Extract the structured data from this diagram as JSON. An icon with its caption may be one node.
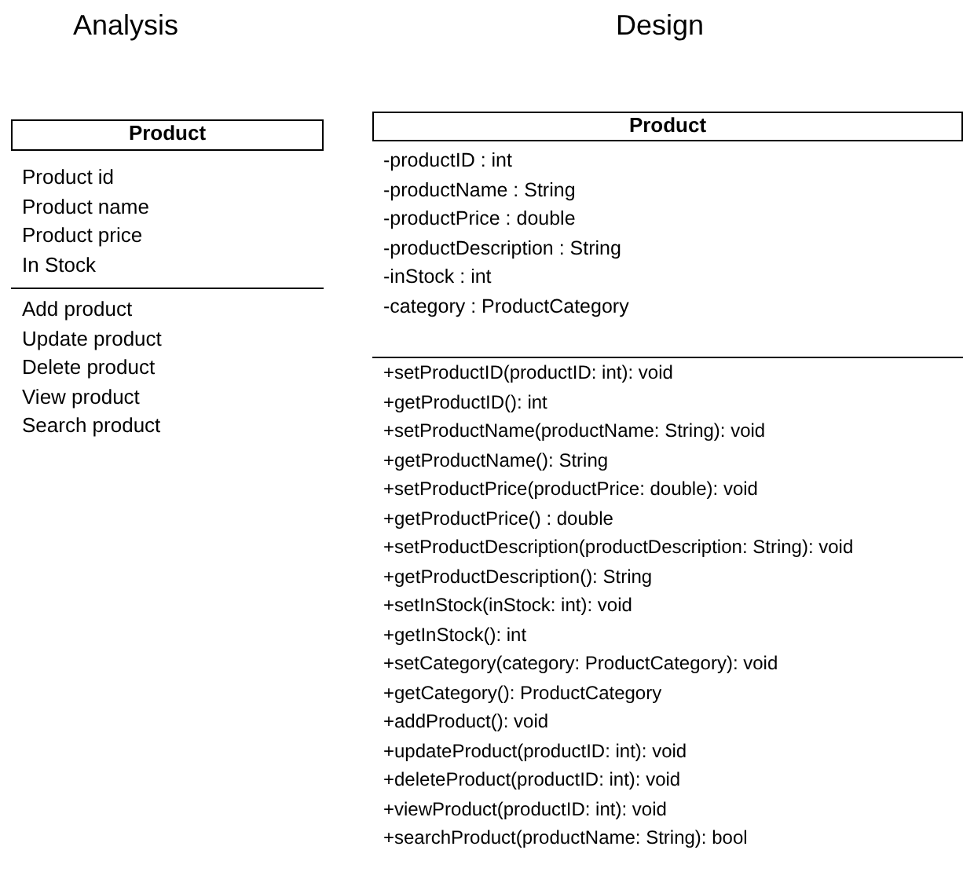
{
  "diagram": {
    "nodes": [
      {
        "text": [
          "Product"
        ]
      },
      {
        "text": [
          "Product id",
          "Product name",
          "Product price",
          "In Stock"
        ],
        "in": 0
      },
      {
        "text": [
          "Add product",
          "Update product",
          "Delete product",
          "View product",
          "Search product"
        ],
        "in": 0
      },
      {
        "text": [
          "Product"
        ]
      },
      {
        "text": [
          "-productID : int",
          "-productName : String",
          "-productPrice : double",
          "-productDescription : String",
          "-inStock : int",
          "-category : ProductCategory"
        ],
        "in": 3
      },
      {
        "text": [
          "+setProductID(productID: int): void",
          "+getProductID(): int",
          "+setProductName(productName: String): void",
          "+getProductName(): String",
          "+setProductPrice(productPrice: double): void",
          "+getProductPrice() : double",
          "+setProductDescription(productDescription: String): void",
          "+getProductDescription(): String",
          "+setInStock(inStock: int): void",
          "+getInStock(): int",
          "+setCategory(category: ProductCategory): void",
          "+getCategory(): ProductCategory",
          "+addProduct(): void",
          "+updateProduct(productID: int): void",
          "+deleteProduct(productID: int): void",
          "+viewProduct(productID: int): void",
          "+searchProduct(productName: String): bool"
        ],
        "in": 3
      }
    ],
    "labels": [
      "Analysis",
      "Design"
    ]
  }
}
